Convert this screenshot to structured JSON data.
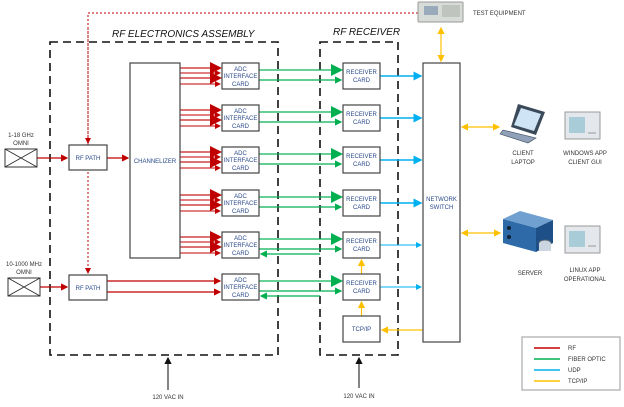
{
  "titles": {
    "rf_electronics": "RF ELECTRONICS ASSEMBLY",
    "rf_receiver": "RF RECEIVER"
  },
  "antennas": [
    {
      "line1": "1-18 GHz",
      "line2": "OMNI"
    },
    {
      "line1": "10-1000 MHz",
      "line2": "OMNI"
    }
  ],
  "rf_path_label": "RF PATH",
  "channelizer_label": "CHANNELIZER",
  "adc_card": {
    "line1": "ADC",
    "line2": "INTERFACE",
    "line3": "CARD"
  },
  "receiver_card": {
    "line1": "RECEIVER",
    "line2": "CARD"
  },
  "tcpip_box": "TCP/IP",
  "network_switch": {
    "line1": "NETWORK",
    "line2": "SWITCH"
  },
  "test_equipment": "TEST EQUIPMENT",
  "client_laptop": {
    "line1": "CLIENT",
    "line2": "LAPTOP"
  },
  "windows_app": {
    "line1": "WINDOWS APP",
    "line2": "CLIENT GUI"
  },
  "server": "SERVER",
  "linux_app": {
    "line1": "LINUX APP",
    "line2": "OPERATIONAL"
  },
  "power": [
    "120 VAC IN",
    "120 VAC IN"
  ],
  "legend": [
    {
      "label": "RF",
      "color": "#c00000"
    },
    {
      "label": "FIBER OPTIC",
      "color": "#00b050"
    },
    {
      "label": "UDP",
      "color": "#00b0f0"
    },
    {
      "label": "TCP/IP",
      "color": "#ffc000"
    }
  ]
}
